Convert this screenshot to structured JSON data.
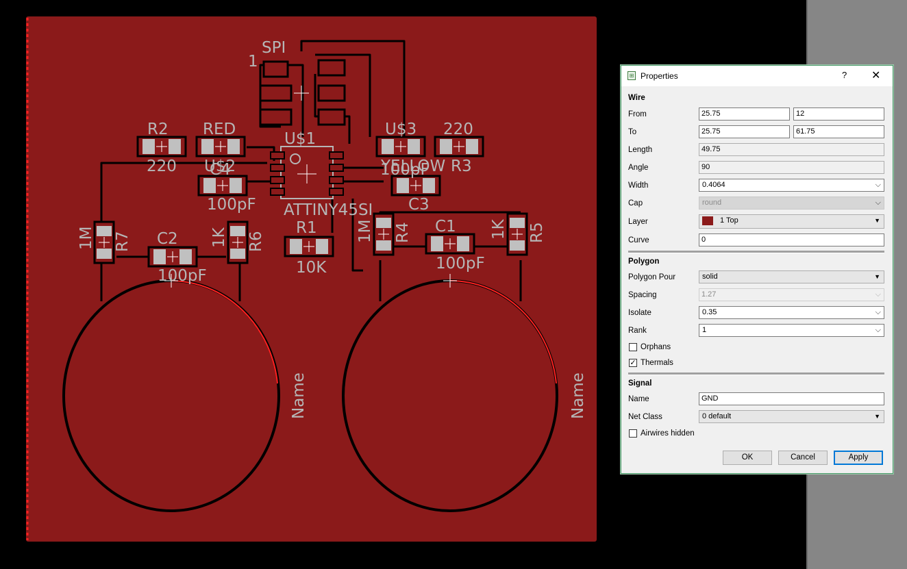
{
  "board": {
    "labels": {
      "spi": "SPI",
      "pin1": "1",
      "r2": "R2",
      "r2_val": "220",
      "red": "RED",
      "us2": "U$2",
      "c4": "C4",
      "c4_val": "100pF",
      "us1": "U$1",
      "attiny": "ATTINY45SI",
      "r1": "R1",
      "r1_val": "10K",
      "us3": "U$3",
      "r3_val": "220",
      "yellow": "YELLOW",
      "r3": "R3",
      "c3_val": "100pF",
      "c3": "C3",
      "r7_val": "1M",
      "r7": "R7",
      "c2": "C2",
      "c2_val": "100pF",
      "r6_val": "1K",
      "r6": "R6",
      "r4_val": "1M",
      "r4": "R4",
      "c1": "C1",
      "c1_val": "100pF",
      "r5_val": "1K",
      "r5": "R5",
      "name_left": "Name",
      "name_right": "Name"
    }
  },
  "colors": {
    "copper": "#8b1a1a",
    "pad": "#c0c0c0",
    "silk": "#b6b6b6",
    "outline": "#000000",
    "accent": "#0078d7"
  },
  "dialog": {
    "title": "Properties",
    "help": "?",
    "close": "✕",
    "wire": {
      "heading": "Wire",
      "from_label": "From",
      "from_x": "25.75",
      "from_y": "12",
      "to_label": "To",
      "to_x": "25.75",
      "to_y": "61.75",
      "length_label": "Length",
      "length": "49.75",
      "angle_label": "Angle",
      "angle": "90",
      "width_label": "Width",
      "width": "0.4064",
      "cap_label": "Cap",
      "cap": "round",
      "layer_label": "Layer",
      "layer": "1 Top",
      "curve_label": "Curve",
      "curve": "0"
    },
    "polygon": {
      "heading": "Polygon",
      "pour_label": "Polygon Pour",
      "pour": "solid",
      "spacing_label": "Spacing",
      "spacing": "1.27",
      "isolate_label": "Isolate",
      "isolate": "0.35",
      "rank_label": "Rank",
      "rank": "1",
      "orphans_label": "Orphans",
      "orphans_checked": false,
      "thermals_label": "Thermals",
      "thermals_checked": true
    },
    "signal": {
      "heading": "Signal",
      "name_label": "Name",
      "name": "GND",
      "netclass_label": "Net Class",
      "netclass": "0 default",
      "airwires_label": "Airwires hidden",
      "airwires_checked": false
    },
    "buttons": {
      "ok": "OK",
      "cancel": "Cancel",
      "apply": "Apply"
    }
  }
}
